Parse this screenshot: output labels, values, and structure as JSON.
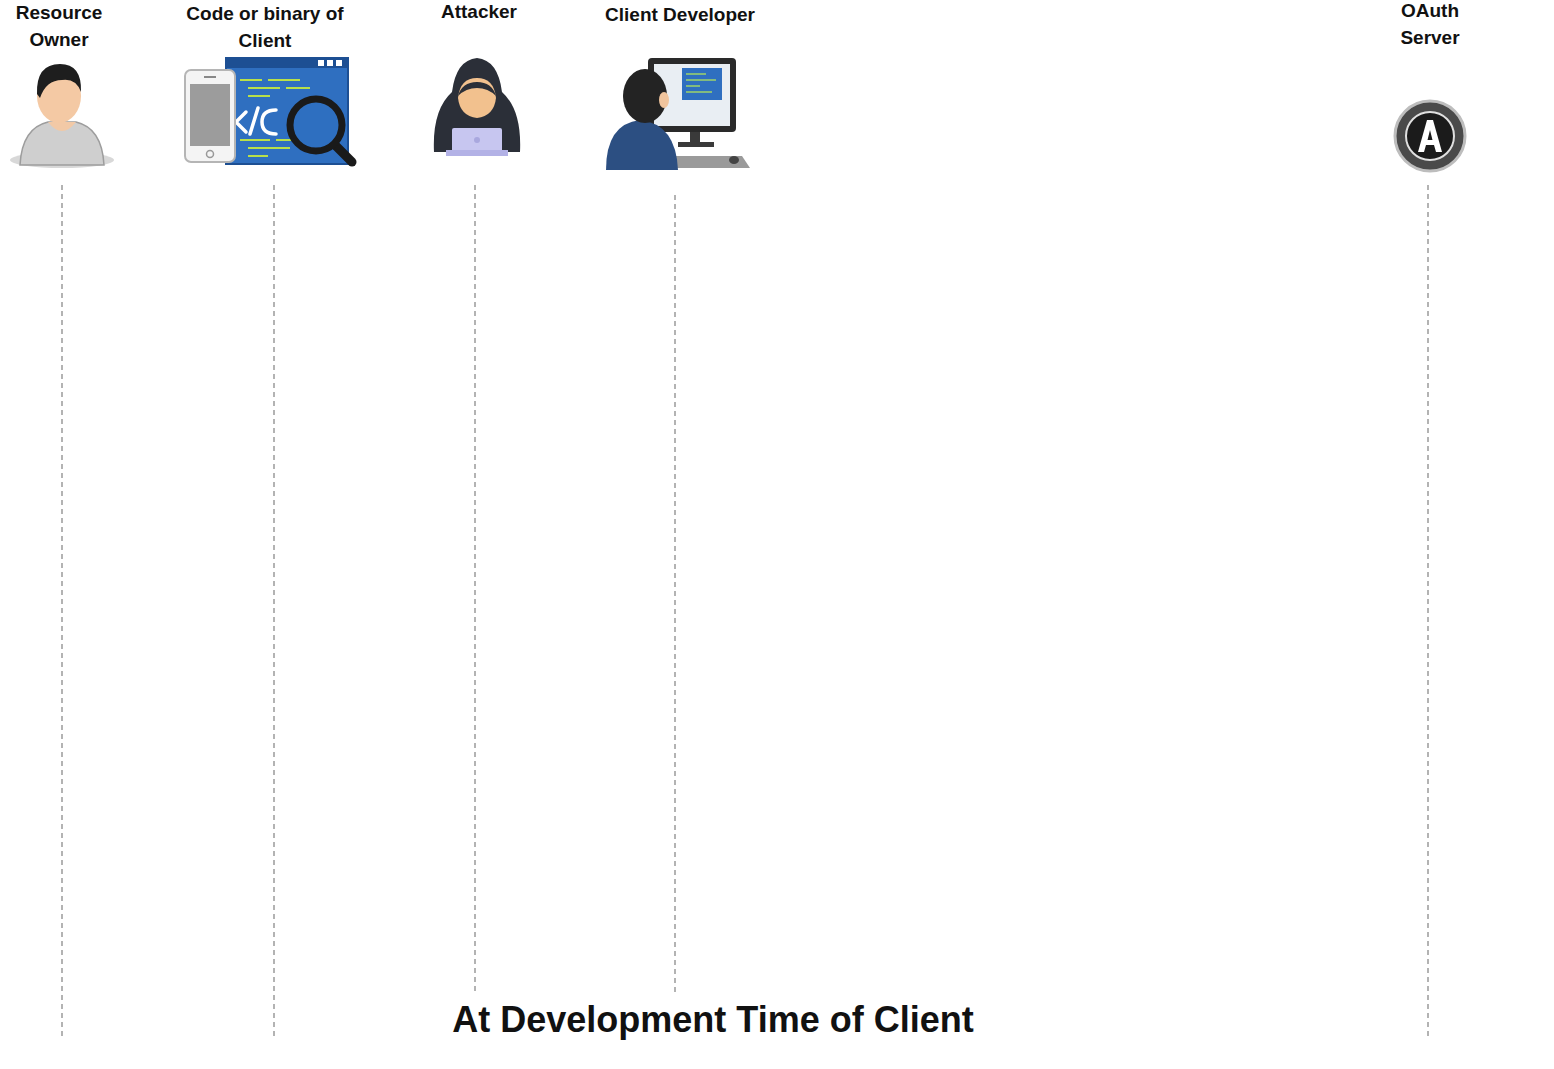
{
  "diagram": {
    "caption": "At Development Time of Client",
    "labels": [
      "Resource Owner",
      "Code or binary of Client",
      "Attacker",
      "Client Developer",
      "OAuth Server"
    ]
  }
}
